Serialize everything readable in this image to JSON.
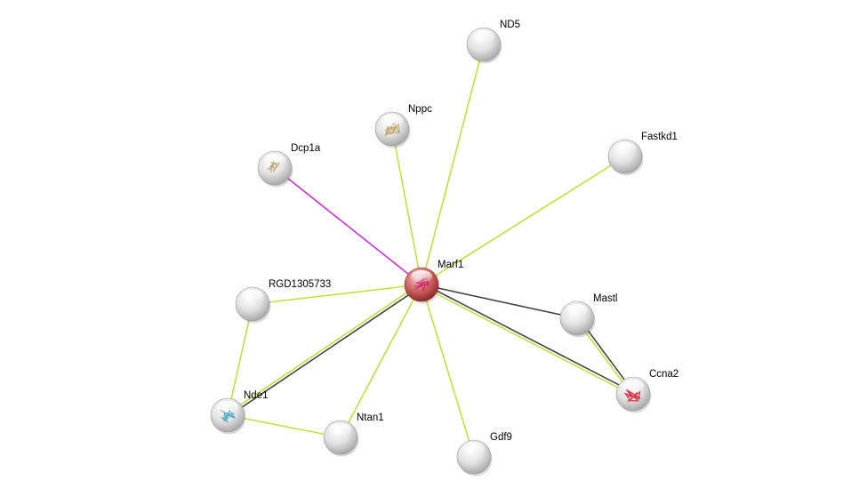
{
  "network": {
    "colors": {
      "textmining": "#c7de3c",
      "coexpression": "#444444",
      "experiments": "#d52fd6",
      "query_node": "#c0474a",
      "node": "#e4e4e4"
    },
    "nodes": [
      {
        "id": "Marf1",
        "label": "Marf1",
        "query": true,
        "structure": true
      },
      {
        "id": "ND5",
        "label": "ND5"
      },
      {
        "id": "Nppc",
        "label": "Nppc",
        "structure": true
      },
      {
        "id": "Fastkd1",
        "label": "Fastkd1"
      },
      {
        "id": "Dcp1a",
        "label": "Dcp1a",
        "structure": true
      },
      {
        "id": "RGD1305733",
        "label": "RGD1305733"
      },
      {
        "id": "Mastl",
        "label": "Mastl"
      },
      {
        "id": "Ccna2",
        "label": "Ccna2",
        "structure": true
      },
      {
        "id": "Nde1",
        "label": "Nde1",
        "structure": true
      },
      {
        "id": "Ntan1",
        "label": "Ntan1"
      },
      {
        "id": "Gdf9",
        "label": "Gdf9"
      }
    ],
    "edges": [
      {
        "from": "Marf1",
        "to": "ND5",
        "types": [
          "textmining"
        ]
      },
      {
        "from": "Marf1",
        "to": "Nppc",
        "types": [
          "textmining"
        ]
      },
      {
        "from": "Marf1",
        "to": "Fastkd1",
        "types": [
          "textmining"
        ]
      },
      {
        "from": "Marf1",
        "to": "Dcp1a",
        "types": [
          "experiments"
        ]
      },
      {
        "from": "Marf1",
        "to": "RGD1305733",
        "types": [
          "textmining"
        ]
      },
      {
        "from": "Marf1",
        "to": "Nde1",
        "types": [
          "coexpression",
          "textmining"
        ]
      },
      {
        "from": "Marf1",
        "to": "Ntan1",
        "types": [
          "textmining"
        ]
      },
      {
        "from": "Marf1",
        "to": "Gdf9",
        "types": [
          "textmining"
        ]
      },
      {
        "from": "Marf1",
        "to": "Mastl",
        "types": [
          "coexpression"
        ]
      },
      {
        "from": "Marf1",
        "to": "Ccna2",
        "types": [
          "coexpression",
          "textmining"
        ]
      },
      {
        "from": "Mastl",
        "to": "Ccna2",
        "types": [
          "coexpression",
          "textmining"
        ]
      },
      {
        "from": "RGD1305733",
        "to": "Nde1",
        "types": [
          "textmining"
        ]
      },
      {
        "from": "Nde1",
        "to": "Ntan1",
        "types": [
          "textmining"
        ]
      }
    ]
  }
}
